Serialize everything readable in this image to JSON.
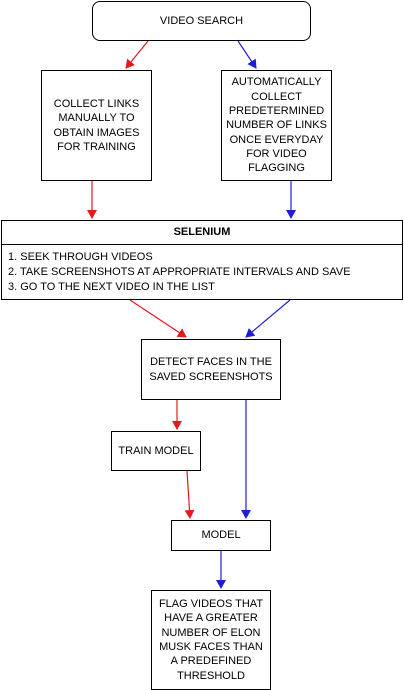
{
  "nodes": {
    "video_search": "VIDEO SEARCH",
    "collect_manual": "COLLECT LINKS MANUALLY TO OBTAIN IMAGES FOR TRAINING",
    "collect_auto": "AUTOMATICALLY COLLECT PREDETERMINED NUMBER OF LINKS ONCE EVERYDAY FOR VIDEO FLAGGING",
    "selenium": {
      "title": "SELENIUM",
      "steps": [
        "1. SEEK THROUGH VIDEOS",
        "2. TAKE SCREENSHOTS AT APPROPRIATE INTERVALS AND SAVE",
        "3. GO TO THE NEXT VIDEO IN THE LIST"
      ]
    },
    "detect_faces": "DETECT FACES IN THE SAVED SCREENSHOTS",
    "train_model": "TRAIN MODEL",
    "model": "MODEL",
    "flag_videos": "FLAG VIDEOS THAT HAVE A GREATER NUMBER OF ELON MUSK FACES THAN A PREDEFINED THRESHOLD"
  },
  "colors": {
    "training_path": "#e31a1c",
    "flagging_path": "#1f1fd1",
    "border": "#000000"
  },
  "edges": [
    {
      "from": "video_search",
      "to": "collect_manual",
      "path": "training"
    },
    {
      "from": "video_search",
      "to": "collect_auto",
      "path": "flagging"
    },
    {
      "from": "collect_manual",
      "to": "selenium",
      "path": "training"
    },
    {
      "from": "collect_auto",
      "to": "selenium",
      "path": "flagging"
    },
    {
      "from": "selenium",
      "to": "detect_faces",
      "path": "training"
    },
    {
      "from": "selenium",
      "to": "detect_faces",
      "path": "flagging"
    },
    {
      "from": "detect_faces",
      "to": "train_model",
      "path": "training"
    },
    {
      "from": "detect_faces",
      "to": "model",
      "path": "flagging"
    },
    {
      "from": "train_model",
      "to": "model",
      "path": "training"
    },
    {
      "from": "model",
      "to": "flag_videos",
      "path": "flagging"
    }
  ]
}
